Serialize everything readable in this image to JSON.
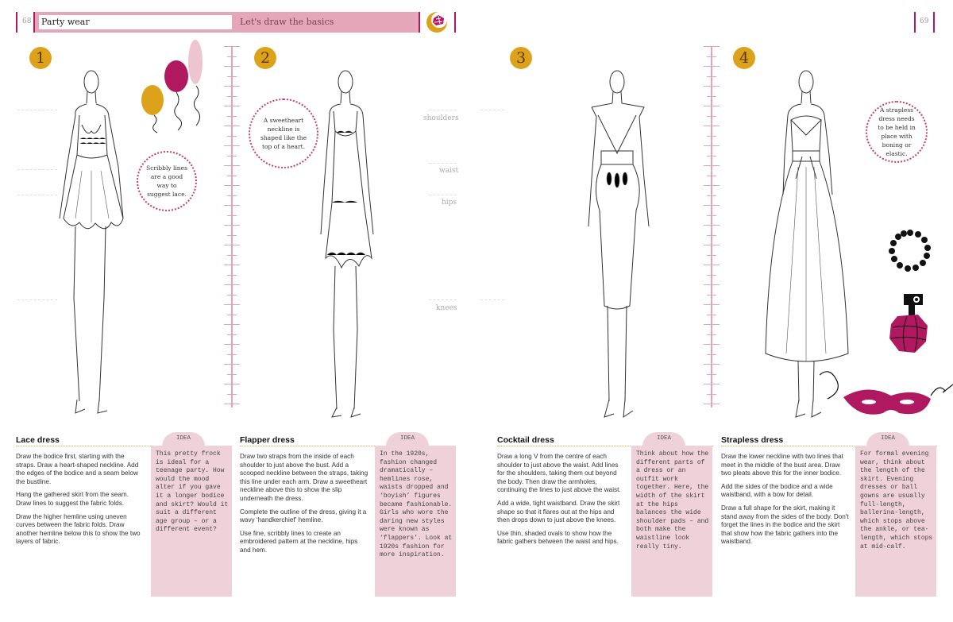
{
  "header": {
    "left_page_number": "68",
    "right_page_number": "69",
    "section_title": "Party wear",
    "subtitle": "Let's draw the basics",
    "logo_icon": "pencil-crescent-logo-icon"
  },
  "colors": {
    "accent_magenta": "#b0185f",
    "header_pink": "#e4a6b8",
    "idea_box_pink": "#efd1d9",
    "badge_gold": "#dca21c",
    "ruler_pink": "#e3a3bb"
  },
  "body_guides": [
    "shoulders",
    "waist",
    "hips",
    "knees"
  ],
  "dresses": [
    {
      "number": "1",
      "title": "Lace dress",
      "paragraphs": [
        "Draw the bodice first, starting with the straps. Draw a heart-shaped neckline. Add the edges of the bodice and a seam below the bustline.",
        "Hang the gathered skirt from the seam. Draw lines to suggest the fabric folds.",
        "Draw the higher hemline using uneven curves between the fabric folds. Draw another hemline below this to show the two layers of fabric."
      ],
      "callout": "Scribbly lines are a good way to suggest lace.",
      "idea_label": "IDEA",
      "idea": "This pretty frock is ideal for a teenage party. How would the mood alter if you gave it a longer bodice and skirt? Would it suit a different age group – or a different event?"
    },
    {
      "number": "2",
      "title": "Flapper dress",
      "paragraphs": [
        "Draw two straps from the inside of each shoulder to just above the bust. Add a scooped neckline between the straps, taking this line under each arm. Draw a sweetheart neckline above this to show the slip underneath the dress.",
        "Complete the outline of the dress, giving it a wavy ‘handkerchief’ hemline.",
        "Use fine, scribbly lines to create an embroidered pattern at the neckline, hips and hem."
      ],
      "callout": "A sweetheart neckline is shaped like the top of a heart.",
      "idea_label": "IDEA",
      "idea": "In the 1920s, fashion changed dramatically – hemlines rose, waists dropped and ‘boyish’ figures became fashionable. Girls who wore the daring new styles were known as ‘flappers’. Look at 1920s fashion for more inspiration."
    },
    {
      "number": "3",
      "title": "Cocktail dress",
      "paragraphs": [
        "Draw a long V from the centre of each shoulder to just above the waist. Add lines for the shoulders, taking them out beyond the body. Then draw the armholes, continuing the lines to just above the waist.",
        "Add a wide, tight waistband. Draw the skirt shape so that it flares out at the hips and then drops down to just above the knees.",
        "Use thin, shaded ovals to show how the fabric gathers between the waist and hips."
      ],
      "idea_label": "IDEA",
      "idea": "Think about how the different parts of a dress or an outfit work together. Here, the width of the skirt at the hips balances the wide shoulder pads – and both make the waistline look really tiny."
    },
    {
      "number": "4",
      "title": "Strapless dress",
      "paragraphs": [
        "Draw the lower neckline with two lines that meet in the middle of the bust area. Draw two pleats above this for the inner bodice.",
        "Add the sides of the bodice and a wide waistband, with a bow for detail.",
        "Draw a full shape for the skirt, making it stand away from the sides of the body. Don't forget the lines in the bodice and the skirt that show how the fabric gathers into the waistband."
      ],
      "callout": "A strapless dress needs to be held in place with boning or elastic.",
      "idea_label": "IDEA",
      "idea": "For formal evening wear, think about the length of the skirt. Evening dresses or ball gowns are usually full-length, ballerina-length, which stops above the ankle, or tea-length, which stops at mid-calf."
    }
  ],
  "decorations": [
    "balloons-icon",
    "bead-necklace-icon",
    "perfume-bottle-icon",
    "masquerade-mask-icon"
  ]
}
